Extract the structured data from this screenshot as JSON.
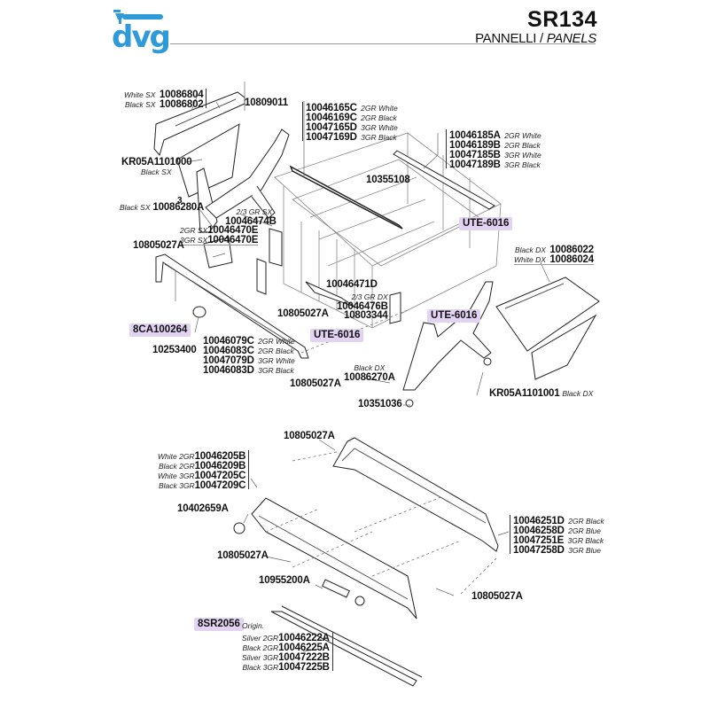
{
  "brand": {
    "logo_text": "dvg",
    "logo_icon": "faucet-logo-icon",
    "color": "#2f9ad8"
  },
  "header": {
    "model": "SR134",
    "section_it": "PANNELLI",
    "separator": " / ",
    "section_en": "PANELS"
  },
  "highlight_color": "#e2d3f2",
  "callouts": {
    "side_panel_left": [
      {
        "note": "White SX",
        "code": "10086804"
      },
      {
        "note": "Black SX",
        "code": "10086802"
      }
    ],
    "screw_top": {
      "code": "10809011"
    },
    "crossbar_front": [
      {
        "code": "10046165C",
        "note": "2GR White"
      },
      {
        "code": "10046169C",
        "note": "2GR Black"
      },
      {
        "code": "10047165D",
        "note": "3GR White"
      },
      {
        "code": "10047169D",
        "note": "3GR Black"
      }
    ],
    "crossbar_rear": [
      {
        "code": "10046185A",
        "note": "2GR White"
      },
      {
        "code": "10046189B",
        "note": "2GR Black"
      },
      {
        "code": "10047185B",
        "note": "3GR White"
      },
      {
        "code": "10047189B",
        "note": "3GR Black"
      }
    ],
    "kr_left": {
      "code": "KR05A1101000",
      "note": "Black SX"
    },
    "bolt_frame": {
      "code": "10355108"
    },
    "index_3": {
      "text": "3"
    },
    "leg_left": {
      "note": "Black SX",
      "code": "10086280A"
    },
    "bracket_23_sx": {
      "note": "2/3 GR SX",
      "code": "10046474B"
    },
    "bracket_sx": [
      {
        "note": "2GR SX",
        "code": "10046470E"
      },
      {
        "note": "3GR SX",
        "code": "10046470E"
      }
    ],
    "ute_1": {
      "code": "UTE-6016"
    },
    "ute_2": {
      "code": "UTE-6016"
    },
    "ute_3": {
      "code": "UTE-6016"
    },
    "screw_1": {
      "code": "10805027A"
    },
    "screw_2": {
      "code": "10805027A"
    },
    "screw_3": {
      "code": "10805027A"
    },
    "screw_4": {
      "code": "10805027A"
    },
    "screw_5": {
      "code": "10805027A"
    },
    "screw_6": {
      "code": "10805027A"
    },
    "side_panel_right": [
      {
        "note": "Black DX",
        "code": "10086022"
      },
      {
        "note": "White DX",
        "code": "10086024"
      }
    ],
    "plate_center": {
      "code": "10046471D"
    },
    "bracket_23_dx": {
      "note": "2/3 GR DX",
      "code": "10046476B"
    },
    "screw_plate": {
      "code": "10803344"
    },
    "clip_badge": {
      "code": "8CA100264"
    },
    "clip": {
      "code": "10253400"
    },
    "front_rail": [
      {
        "code": "10046079C",
        "note": "2GR White"
      },
      {
        "code": "10046083C",
        "note": "2GR Black"
      },
      {
        "code": "10047079D",
        "note": "3GR White"
      },
      {
        "code": "10046083D",
        "note": "3GR Black"
      }
    ],
    "leg_right": {
      "note": "Black DX",
      "code": "10086270A"
    },
    "foot": {
      "code": "10351036"
    },
    "kr_right": {
      "code": "KR05A1101001",
      "note": "Black DX"
    },
    "hood_front": [
      {
        "note": "White 2GR",
        "code": "10046205B"
      },
      {
        "note": "Black 2GR",
        "code": "10046209B"
      },
      {
        "note": "White 3GR",
        "code": "10047205C"
      },
      {
        "note": "Black 3GR",
        "code": "10047209C"
      }
    ],
    "cap": {
      "code": "10402659A"
    },
    "hood_rear": [
      {
        "code": "10046251D",
        "note": "2GR Black"
      },
      {
        "code": "10046258D",
        "note": "2GR Blue"
      },
      {
        "code": "10047251E",
        "note": "3GR Black"
      },
      {
        "code": "10047258D",
        "note": "3GR Blue"
      }
    ],
    "nameplate": {
      "code": "10955200A"
    },
    "nameplate_badge": {
      "code": "8SR2056",
      "note": "Origin."
    },
    "trim_strip": [
      {
        "note": "Silver 2GR",
        "code": "10046222A"
      },
      {
        "note": "Black 2GR",
        "code": "10046225A"
      },
      {
        "note": "Silver 3GR",
        "code": "10047222B"
      },
      {
        "note": "Black 3GR",
        "code": "10047225B"
      }
    ]
  }
}
